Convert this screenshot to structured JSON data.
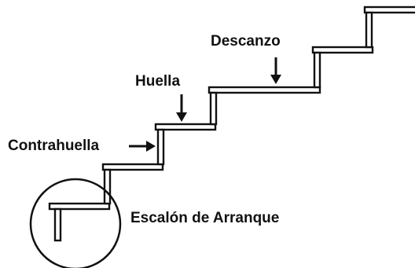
{
  "diagram": {
    "labels": {
      "contrahuella": "Contrahuella",
      "huella": "Huella",
      "descanzo": "Descanzo",
      "escalon_de_arranque": "Escalón de Arranque"
    },
    "colors": {
      "line": "#111111",
      "background": "#ffffff"
    }
  }
}
